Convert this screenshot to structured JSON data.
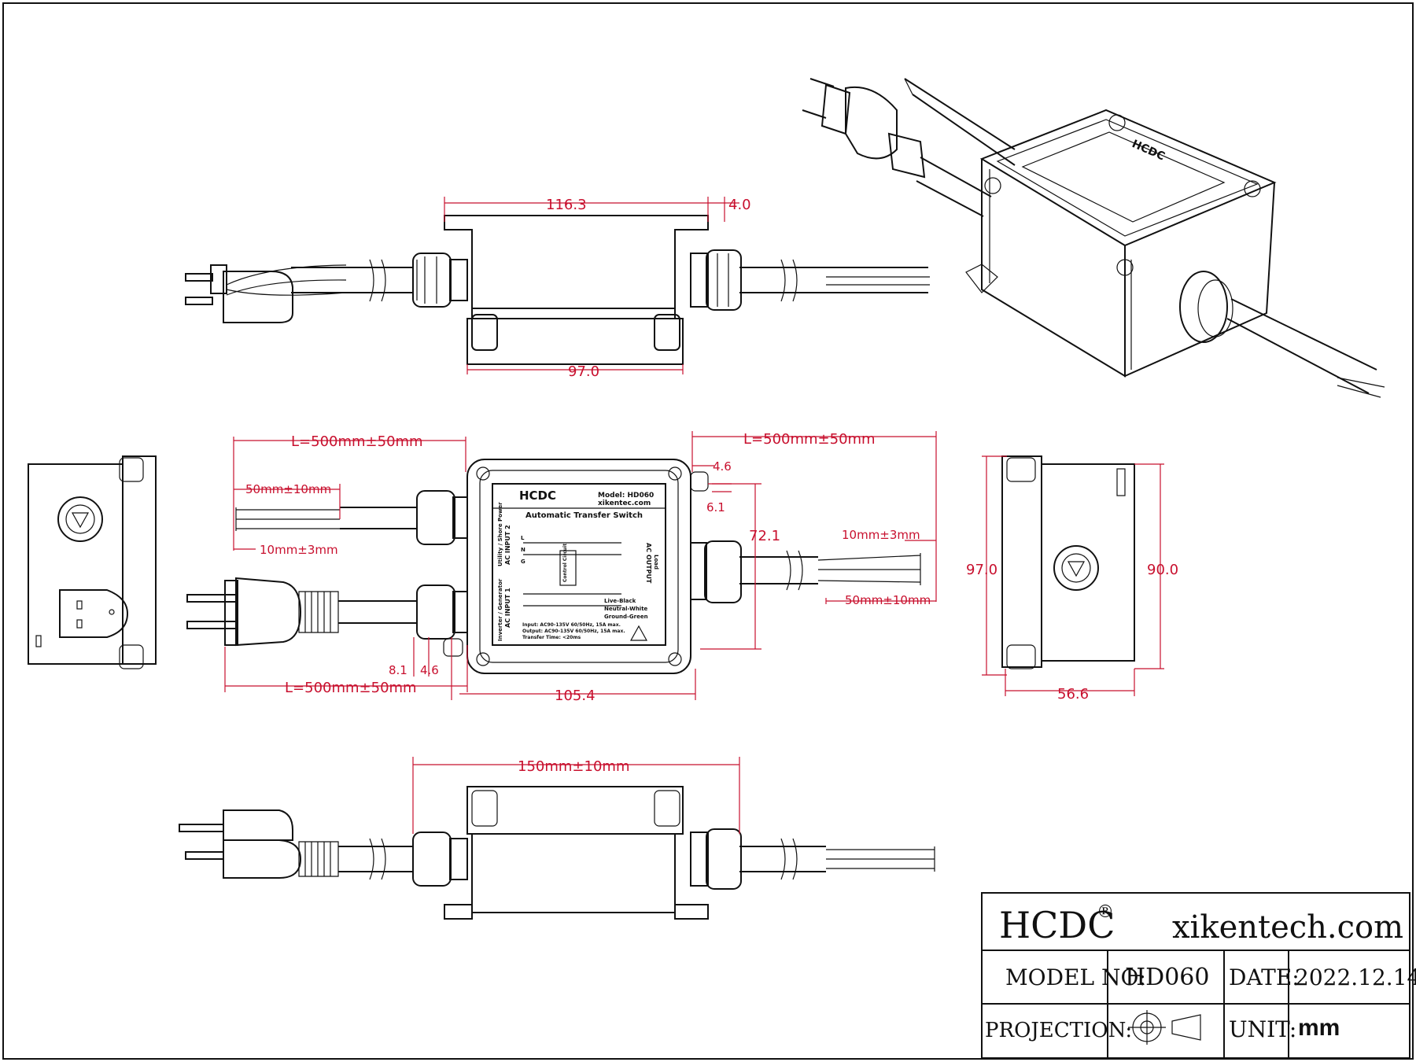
{
  "title_block": {
    "brand": "HCDC",
    "registered": "®",
    "website": "xikentech.com",
    "model_label": "MODEL NO:",
    "model_value": "HD060",
    "date_label": "DATE:",
    "date_value": "2022.12.14",
    "projection_label": "PROJECTION:",
    "unit_label": "UNIT:",
    "unit_value": "mm"
  },
  "dimensions": {
    "top_width": "116.3",
    "top_flange": "4.0",
    "top_base": "97.0",
    "cable_left_upper": "L=500mm±50mm",
    "cable_right": "L=500mm±50mm",
    "cable_left_lower": "L=500mm±50mm",
    "strip_left": "50mm±10mm",
    "tip_left": "10mm±3mm",
    "tab_w": "4.6",
    "tab_h": "6.1",
    "height_front": "72.1",
    "tip_right": "10mm±3mm",
    "strip_right": "50mm±10mm",
    "tab_b1": "8.1",
    "tab_b2": "4.6",
    "width_front": "105.4",
    "side_h1": "97.0",
    "side_h2": "90.0",
    "side_w": "56.6",
    "bottom_len": "150mm±10mm"
  },
  "label": {
    "brand": "HCDC",
    "model": "Model: HD060",
    "site": "xikentec.com",
    "title": "Automatic Transfer Switch",
    "input2": "AC INPUT 2",
    "input2_sub": "Utility / Shore Power",
    "input1": "AC INPUT 1",
    "input1_sub": "Inverter / Generator",
    "output": "AC OUTPUT",
    "output_sub": "Load",
    "control": "Control Circuit",
    "legend1": "Live-Black",
    "legend2": "Neutral-White",
    "legend3": "Ground-Green",
    "spec1": "Input: AC90-135V 60/50Hz, 15A max.",
    "spec2": "Output: AC90-135V 60/50Hz, 15A max.",
    "spec3": "Transfer Time: <20ms",
    "L": "L",
    "N": "N",
    "G": "G"
  },
  "colors": {
    "dimension": "#c8102e",
    "line": "#111111"
  }
}
